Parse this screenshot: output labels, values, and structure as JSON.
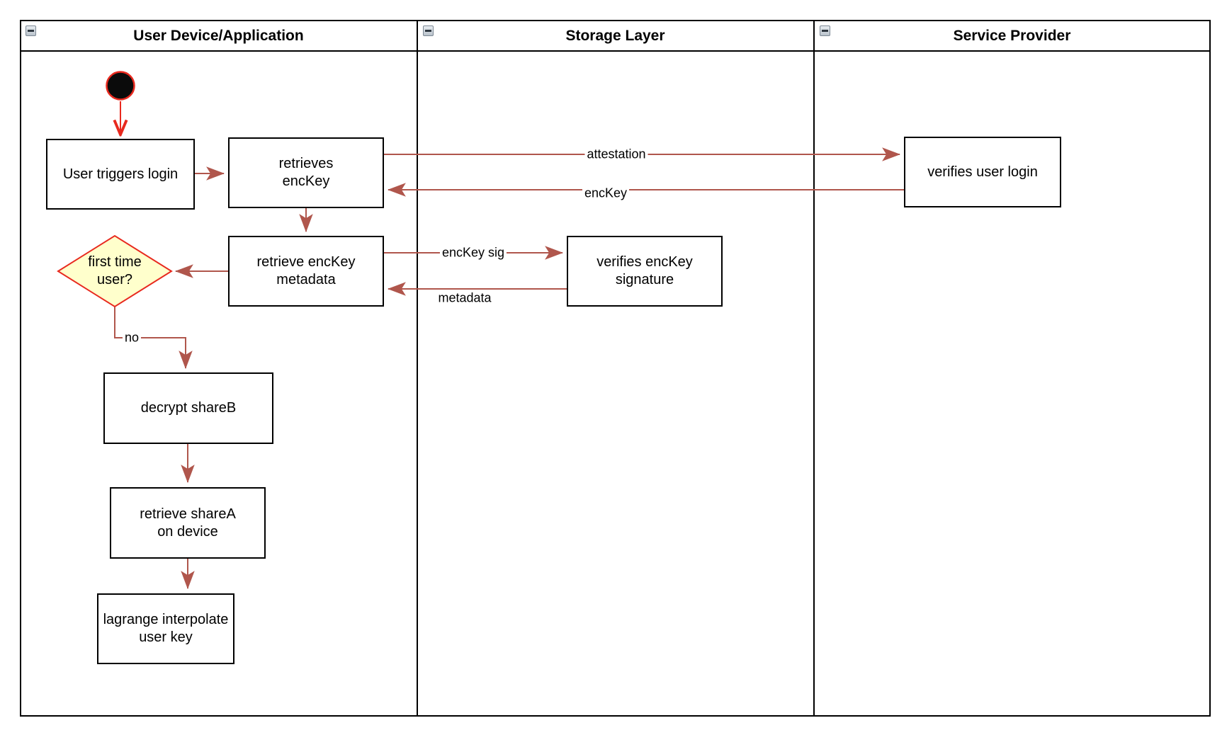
{
  "lanes": [
    {
      "title": "User Device/Application",
      "icon": "minus-icon"
    },
    {
      "title": "Storage Layer",
      "icon": "minus-icon"
    },
    {
      "title": "Service Provider",
      "icon": "minus-icon"
    }
  ],
  "nodes": {
    "user_triggers_login": "User triggers login",
    "retrieves_enckey": "retrieves\nencKey",
    "retrieve_enckey_metadata": "retrieve encKey\nmetadata",
    "first_time_user": "first time\nuser?",
    "decrypt_shareb": "decrypt shareB",
    "retrieve_sharea_on_device": "retrieve shareA\non device",
    "lagrange_interpolate_user_key": "lagrange interpolate\nuser key",
    "verifies_enckey_signature": "verifies encKey\nsignature",
    "verifies_user_login": "verifies user login"
  },
  "edge_labels": {
    "attestation": "attestation",
    "enckey": "encKey",
    "enckey_sig": "encKey sig",
    "metadata": "metadata",
    "no": "no"
  },
  "colors": {
    "arrow": "#b0564c",
    "accent_red": "#e8291e",
    "decision_fill": "#ffffcc",
    "start_fill": "#0b0b0b",
    "border": "#000000"
  }
}
